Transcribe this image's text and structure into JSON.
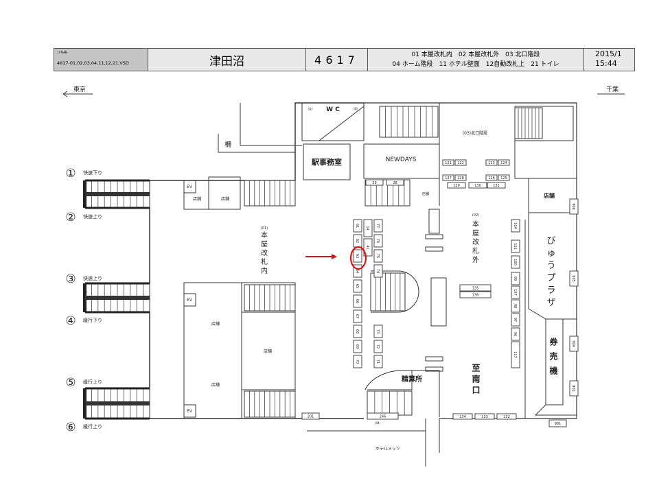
{
  "header": {
    "file_caption": "ﾌｧｲﾙ名",
    "file_name": "4617-01,02,03,04,11,12,21.VSD",
    "station": "津田沼",
    "code": "4617",
    "legend_line1": "01 本屋改札内　02 本屋改札外　03 北口階段",
    "legend_line2": "04 ホーム階段　11 ホテル壁面　12自動改札上　21 トイレ",
    "date": "2015/1",
    "time": "15:44"
  },
  "directions": {
    "left": "東京",
    "right": "千葉"
  },
  "platforms": [
    {
      "num": "①",
      "label": "快速下り"
    },
    {
      "num": "②",
      "label": "快速上り"
    },
    {
      "num": "③",
      "label": "快速上り"
    },
    {
      "num": "④",
      "label": "緩行下り"
    },
    {
      "num": "⑤",
      "label": "緩行上り"
    },
    {
      "num": "⑥",
      "label": "緩行上り"
    }
  ],
  "rooms": {
    "fence": "柵",
    "wc": "W C",
    "wc_female": "(女)",
    "wc_male": "(男)",
    "station_office": "駅事務室",
    "newdays": "NEWDAYS",
    "north_stairs": "(03)北口階段",
    "shop": "店舗",
    "ev": "EV",
    "view_plaza": "びゅうプラザ",
    "ticket_machine": "券売機",
    "fare_adjustment": "精算所",
    "hotel": "ホテルメッツ",
    "inside_gate_code": "(01)",
    "inside_gate": "本屋改札内",
    "outside_gate_code": "(02)",
    "outside_gate": "本屋改札外",
    "south_exit": "至南口",
    "platform_stairs_code": "(04)"
  },
  "ad_slots": {
    "west_column": [
      "61",
      "62",
      "63",
      "64",
      "65",
      "66",
      "67",
      "68",
      "69",
      "70"
    ],
    "middle_column": [
      "14",
      "41"
    ],
    "east_column_upper": [
      "77",
      "76",
      "75",
      "74"
    ],
    "east_column_lower": [
      "73",
      "72",
      "71"
    ],
    "concourse_east": [
      "104",
      "101",
      "100",
      "99",
      "107",
      "98",
      "97",
      "96",
      "117"
    ],
    "wall_east": [
      "906",
      "905",
      "904",
      "902",
      "901"
    ],
    "north_area": [
      "121",
      "122",
      "123",
      "124",
      "127",
      "128",
      "126",
      "125",
      "129",
      "130",
      "131"
    ],
    "center": [
      "135",
      "136"
    ],
    "south": [
      "134",
      "133",
      "132"
    ],
    "misc": [
      "201",
      "246",
      "29",
      "28"
    ]
  },
  "highlight": {
    "target": "63",
    "color": "#e01010"
  }
}
